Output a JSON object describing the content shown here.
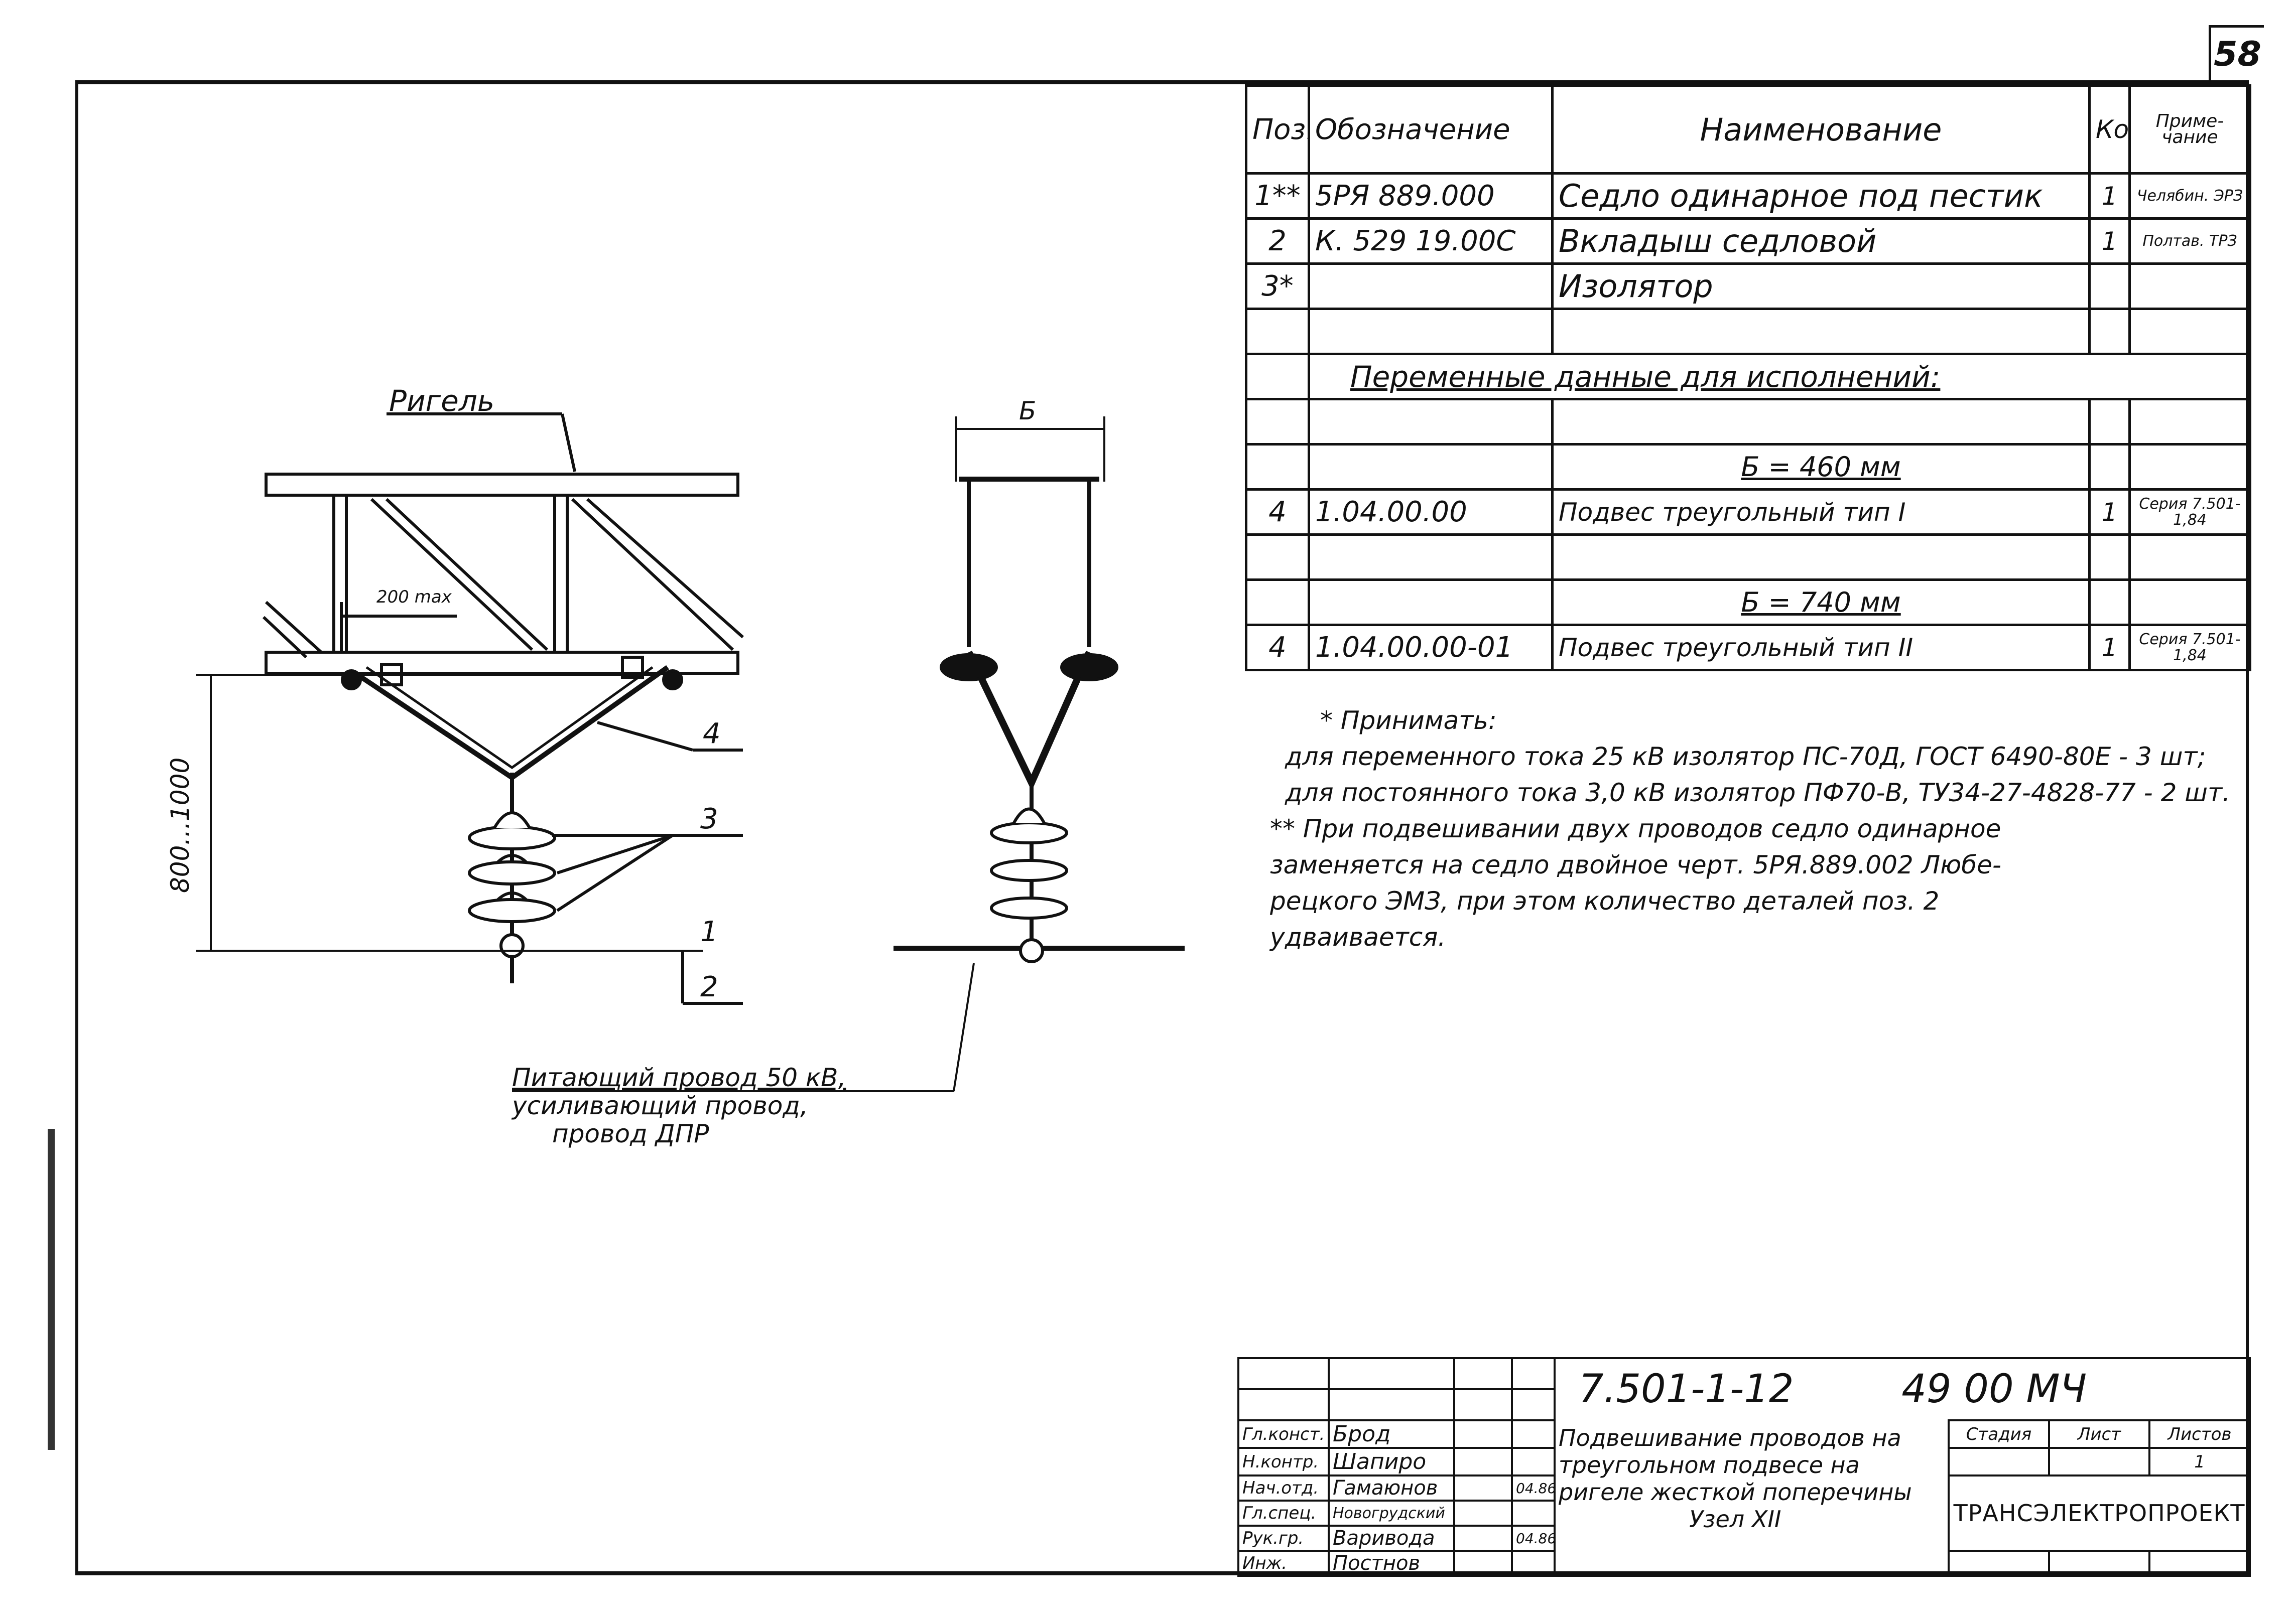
{
  "sheet_number": "58",
  "spec_table": {
    "headers": {
      "pos": "Поз.",
      "code": "Обозначение",
      "name": "Наименование",
      "qty": "Кол",
      "note": "Приме-чание"
    },
    "rows": [
      {
        "pos": "1**",
        "code": "5РЯ 889.000",
        "name": "Седло одинарное под пестик",
        "qty": "1",
        "note": "Челябин. ЭРЗ"
      },
      {
        "pos": "2",
        "code": "К. 529 19.00С",
        "name": "Вкладыш седловой",
        "qty": "1",
        "note": "Полтав. ТРЗ"
      },
      {
        "pos": "3*",
        "code": "",
        "name": "Изолятор",
        "qty": "",
        "note": ""
      }
    ],
    "variable_title": "Переменные данные для исполнений:",
    "variant_a": {
      "label": "Б = 460 мм",
      "pos": "4",
      "code": "1.04.00.00",
      "name": "Подвес треугольный тип I",
      "qty": "1",
      "note": "Серия 7.501-1,84"
    },
    "variant_b": {
      "label": "Б = 740 мм",
      "pos": "4",
      "code": "1.04.00.00-01",
      "name": "Подвес треугольный тип II",
      "qty": "1",
      "note": "Серия 7.501-1,84"
    }
  },
  "notes": [
    "* Принимать:",
    "для переменного тока 25 кВ изолятор ПС-70Д, ГОСТ 6490-80Е - 3 шт;",
    "для постоянного тока 3,0 кВ изолятор ПФ70-В, ТУ34-27-4828-77 - 2 шт.",
    "** При подвешивании двух проводов седло одинарное",
    "заменяется на седло двойное черт. 5РЯ.889.002 Любе-",
    "рецкого ЭМЗ, при этом количество деталей поз. 2",
    "удваивается."
  ],
  "drawing": {
    "rigel_label": "Ригель",
    "dim_200": "200 max",
    "dim_height": "800...1000",
    "dim_b": "Б",
    "callouts": [
      "4",
      "3",
      "1",
      "2"
    ],
    "wire_label": [
      "Питающий провод 50 кВ,",
      "усиливающий провод,",
      "провод ДПР"
    ]
  },
  "stamp": {
    "code": "7.501-1-12",
    "sheet_code": "49 00 МЧ",
    "title_lines": [
      "Подвешивание проводов на",
      "треугольном подвесе на",
      "ригеле жесткой поперечины",
      "Узел XII"
    ],
    "stage_label": "Стадия",
    "sheet_label": "Лист",
    "sheets_label": "Листов",
    "sheet_value": "1",
    "org": "ТРАНСЭЛЕКТРОПРОЕКТ",
    "people": [
      {
        "role": "Гл.конст.",
        "name": "Брод",
        "date": ""
      },
      {
        "role": "Н.контр.",
        "name": "Шапиро",
        "date": ""
      },
      {
        "role": "Нач.отд.",
        "name": "Гамаюнов",
        "date": "04.86"
      },
      {
        "role": "Гл.спец.",
        "name": "Новогрудский",
        "date": ""
      },
      {
        "role": "Рук.гр.",
        "name": "Варивода",
        "date": "04.86"
      },
      {
        "role": "Инж.",
        "name": "Постнов",
        "date": ""
      }
    ]
  }
}
